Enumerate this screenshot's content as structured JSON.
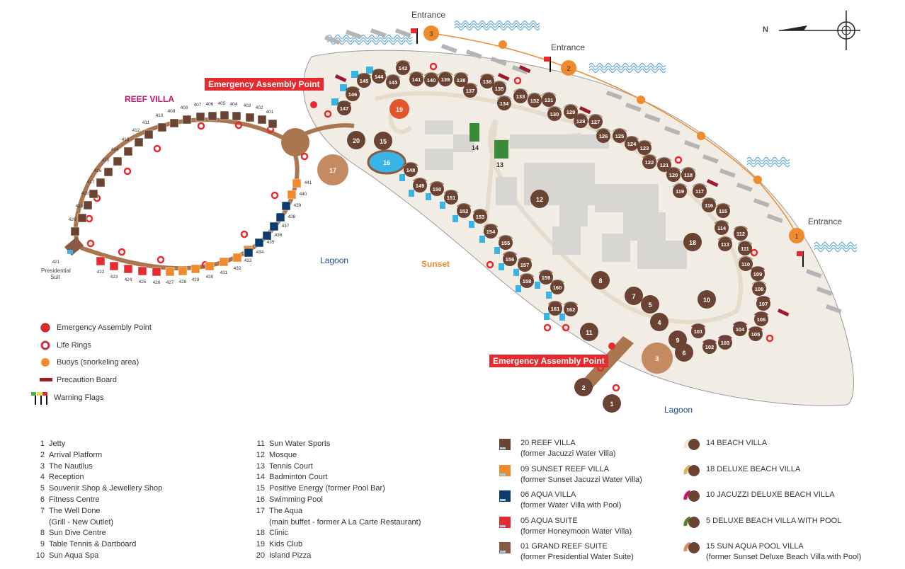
{
  "map": {
    "reef_villa_title": "REEF VILLA",
    "entrance_labels": [
      "Entrance",
      "Entrance",
      "Entrance"
    ],
    "buoy_numbers": [
      "3",
      "2",
      "1"
    ],
    "lagoon_labels": [
      "Lagoon",
      "Lagoon"
    ],
    "sunset_label": "Sunset",
    "presidential_label": "Presidential Suit",
    "emergency_labels": [
      "Emergency Assembly Point",
      "Emergency Assembly Point"
    ],
    "compass_label": "N",
    "beach_villas": [
      "101",
      "102",
      "103",
      "104",
      "105",
      "106",
      "107",
      "108",
      "109",
      "110",
      "111",
      "112",
      "113",
      "114",
      "115",
      "116",
      "117",
      "118",
      "119",
      "120",
      "121",
      "122",
      "123",
      "124",
      "125",
      "126",
      "127",
      "128",
      "129",
      "130",
      "131",
      "132",
      "133",
      "134",
      "135",
      "136",
      "137",
      "138",
      "139",
      "140",
      "141",
      "142",
      "143",
      "144",
      "145",
      "146",
      "147",
      "148",
      "149",
      "150",
      "151",
      "152",
      "153",
      "154",
      "155",
      "156",
      "157",
      "158",
      "159",
      "160",
      "161",
      "162"
    ],
    "water_villas": [
      "401",
      "402",
      "403",
      "404",
      "405",
      "406",
      "407",
      "408",
      "409",
      "410",
      "411",
      "412",
      "413",
      "414",
      "415",
      "416",
      "417",
      "418",
      "419",
      "420",
      "421",
      "422",
      "423",
      "424",
      "425",
      "426",
      "427",
      "428",
      "429",
      "430",
      "431",
      "432",
      "433",
      "434",
      "435",
      "436",
      "437",
      "438",
      "439",
      "440",
      "441"
    ],
    "facility_markers": [
      "1",
      "2",
      "3",
      "4",
      "5",
      "6",
      "7",
      "8",
      "9",
      "10",
      "11",
      "12",
      "13",
      "14",
      "15",
      "16",
      "17",
      "18",
      "19",
      "20"
    ]
  },
  "colors": {
    "brown": "#6b4332",
    "orange": "#f08a2e",
    "red": "#e52b2f",
    "navy": "#0d3b6e",
    "sand": "#f1ece4",
    "path": "#e5dccb",
    "pink": "#c8166a",
    "green": "#5e7d2a",
    "cyan": "#3ab4e6"
  },
  "legend": {
    "symbols": [
      {
        "label": "Emergency Assembly Point",
        "icon": "assembly-point-icon"
      },
      {
        "label": "Life Rings",
        "icon": "life-ring-icon"
      },
      {
        "label": "Buoys (snorkeling area)",
        "icon": "buoy-icon"
      },
      {
        "label": "Precaution Board",
        "icon": "precaution-board-icon"
      },
      {
        "label": "Warning Flags",
        "icon": "warning-flags-icon"
      }
    ],
    "facilities_col1": [
      {
        "n": "1",
        "label": "Jetty"
      },
      {
        "n": "2",
        "label": "Arrival Platform"
      },
      {
        "n": "3",
        "label": "The Nautilus"
      },
      {
        "n": "4",
        "label": "Reception"
      },
      {
        "n": "5",
        "label": "Souvenir Shop & Jewellery Shop"
      },
      {
        "n": "6",
        "label": "Fitness Centre"
      },
      {
        "n": "7",
        "label": "The Well Done",
        "sub": "(Grill - New Outlet)"
      },
      {
        "n": "8",
        "label": "Sun Dive Centre"
      },
      {
        "n": "9",
        "label": "Table Tennis & Dartboard"
      },
      {
        "n": "10",
        "label": "Sun Aqua Spa"
      }
    ],
    "facilities_col2": [
      {
        "n": "11",
        "label": "Sun Water Sports"
      },
      {
        "n": "12",
        "label": "Mosque"
      },
      {
        "n": "13",
        "label": "Tennis Court"
      },
      {
        "n": "14",
        "label": "Badminton Court"
      },
      {
        "n": "15",
        "label": "Positive Energy (former Pool Bar)"
      },
      {
        "n": "16",
        "label": "Swimming Pool"
      },
      {
        "n": "17",
        "label": "The Aqua",
        "sub": "(main buffet - former A La Carte  Restaurant)"
      },
      {
        "n": "18",
        "label": "Clinic"
      },
      {
        "n": "19",
        "label": "Kids Club"
      },
      {
        "n": "20",
        "label": "Island Pizza"
      }
    ],
    "villa_types_col1": [
      {
        "label": "20 REEF VILLA",
        "sub": "(former Jacuzzi Water Villa)",
        "color": "#6b4332"
      },
      {
        "label": "09 SUNSET REEF VILLA",
        "sub": "(former Sunset Jacuzzi Water Villa)",
        "color": "#f08a2e"
      },
      {
        "label": "06 AQUA VILLA",
        "sub": "(former Water Villa with Pool)",
        "color": "#0d3b6e"
      },
      {
        "label": "05 AQUA SUITE",
        "sub": "(former Honeymoon Water Villa)",
        "color": "#e52b2f"
      },
      {
        "label": "01 GRAND REEF SUITE",
        "sub": "(former Presidential Water Suite)",
        "color": "#8a5a44"
      }
    ],
    "villa_types_col2": [
      {
        "label": "14 BEACH VILLA",
        "accent": "#f1e6d2"
      },
      {
        "label": "18 DELUXE BEACH VILLA",
        "accent": "#d9b46a"
      },
      {
        "label": "10 JACUZZI DELUXE BEACH VILLA",
        "accent": "#c8166a"
      },
      {
        "label": "5 DELUXE BEACH VILLA WITH POOL",
        "accent": "#5e7d2a"
      },
      {
        "label": "15 SUN AQUA POOL VILLA",
        "sub": "(former Sunset Deluxe Beach Villa with Pool)",
        "accent": "#d9906a"
      }
    ]
  }
}
